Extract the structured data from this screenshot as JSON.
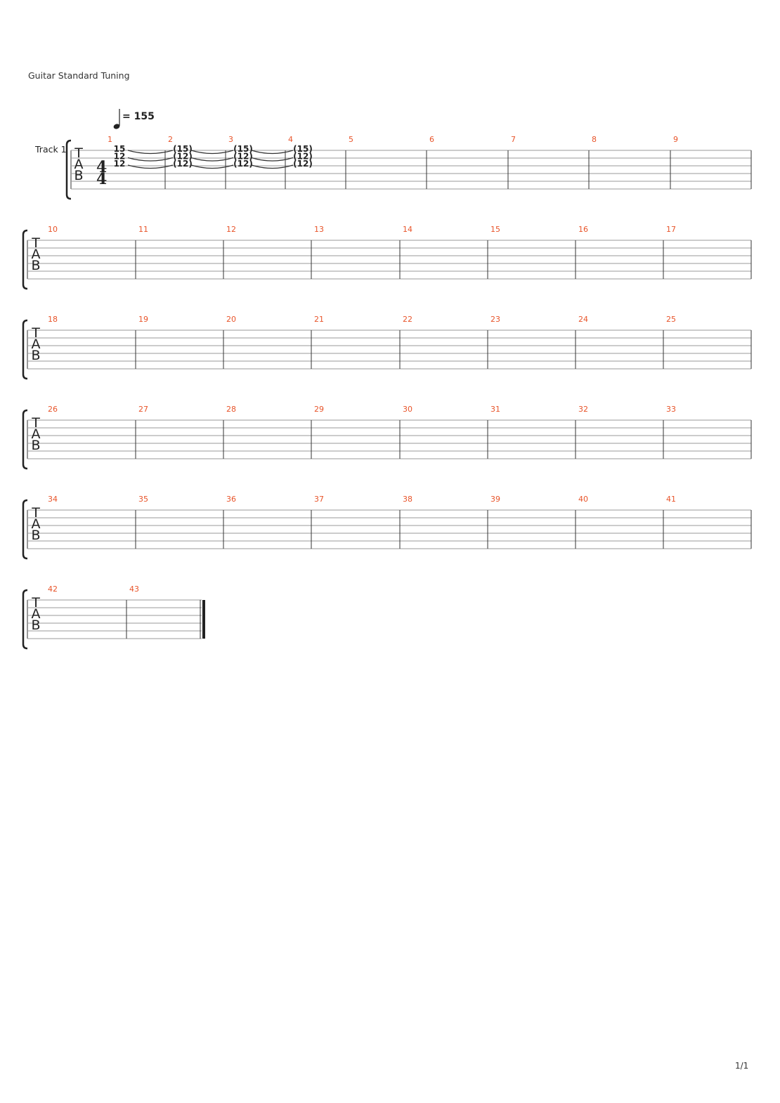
{
  "header": {
    "tuning": "Guitar Standard Tuning"
  },
  "tempo": {
    "symbol": "quarter-note-icon",
    "text": "= 155"
  },
  "track": {
    "name": "Track 1"
  },
  "time_signature": {
    "top": "4",
    "bottom": "4"
  },
  "tab_label": [
    "T",
    "A",
    "B"
  ],
  "systems": [
    {
      "measures": [
        1,
        2,
        3,
        4,
        5,
        6,
        7,
        8,
        9
      ]
    },
    {
      "measures": [
        10,
        11,
        12,
        13,
        14,
        15,
        16,
        17
      ]
    },
    {
      "measures": [
        18,
        19,
        20,
        21,
        22,
        23,
        24,
        25
      ]
    },
    {
      "measures": [
        26,
        27,
        28,
        29,
        30,
        31,
        32,
        33
      ]
    },
    {
      "measures": [
        34,
        35,
        36,
        37,
        38,
        39,
        40,
        41
      ]
    },
    {
      "measures": [
        42,
        43
      ]
    }
  ],
  "notes": [
    {
      "measure": 1,
      "frets": [
        "15",
        "12",
        "12"
      ]
    },
    {
      "measure": 2,
      "frets": [
        "(15)",
        "(12)",
        "(12)"
      ]
    },
    {
      "measure": 3,
      "frets": [
        "(15)",
        "(12)",
        "(12)"
      ]
    },
    {
      "measure": 4,
      "frets": [
        "(15)",
        "(12)",
        "(12)"
      ]
    }
  ],
  "footer": {
    "page": "1/1"
  },
  "colors": {
    "measure_number": "#e8542a",
    "staff_line": "#999999",
    "barline": "#333333"
  }
}
